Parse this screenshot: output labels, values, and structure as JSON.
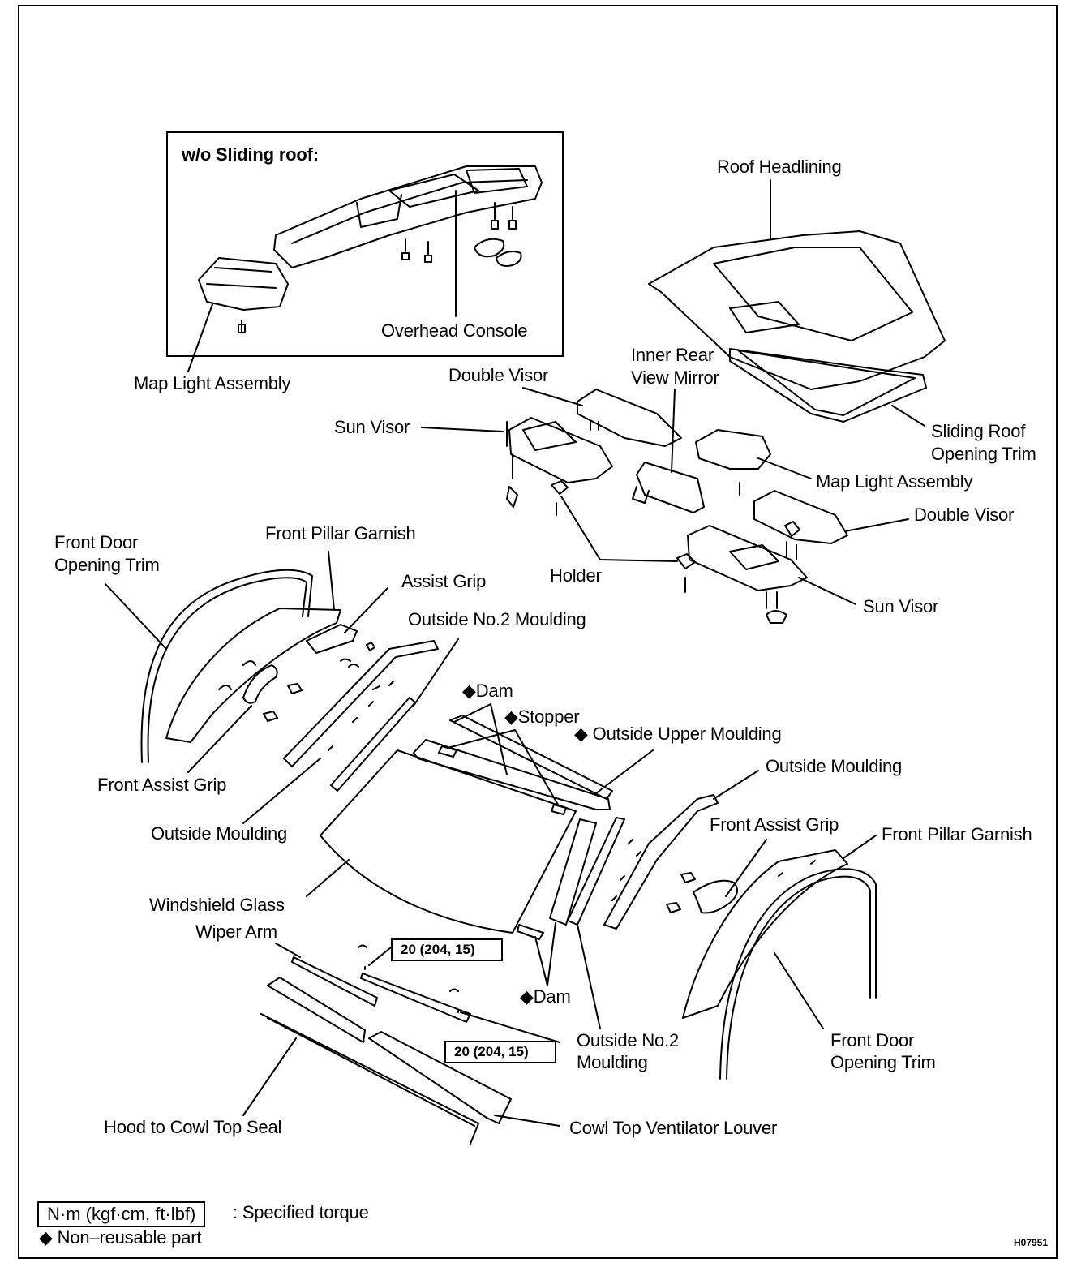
{
  "inset": {
    "title": "w/o Sliding roof:"
  },
  "labels": {
    "overhead_console": "Overhead Console",
    "map_light_assembly_inset": "Map Light Assembly",
    "roof_headlining": "Roof Headlining",
    "inner_rear_view_mirror_1": "Inner Rear",
    "inner_rear_view_mirror_2": "View Mirror",
    "double_visor_top": "Double Visor",
    "sliding_roof_trim_1": "Sliding Roof",
    "sliding_roof_trim_2": "Opening Trim",
    "sun_visor_left": "Sun Visor",
    "map_light_assembly_right": "Map Light Assembly",
    "double_visor_right": "Double Visor",
    "front_door_trim_left_1": "Front Door",
    "front_door_trim_left_2": "Opening Trim",
    "front_pillar_garnish_left": "Front Pillar Garnish",
    "assist_grip": "Assist Grip",
    "holder": "Holder",
    "sun_visor_right": "Sun Visor",
    "outside_no2_moulding_top": "Outside No.2 Moulding",
    "dam_top": "Dam",
    "stopper": "Stopper",
    "outside_upper_moulding": "Outside Upper Moulding",
    "outside_moulding_right": "Outside Moulding",
    "front_assist_grip_right": "Front Assist Grip",
    "front_pillar_garnish_right": "Front Pillar Garnish",
    "front_assist_grip_left": "Front Assist Grip",
    "outside_moulding_left": "Outside Moulding",
    "windshield_glass": "Windshield Glass",
    "wiper_arm": "Wiper Arm",
    "dam_bottom": "Dam",
    "outside_no2_moulding_bottom_1": "Outside No.2",
    "outside_no2_moulding_bottom_2": "Moulding",
    "front_door_trim_right_1": "Front Door",
    "front_door_trim_right_2": "Opening Trim",
    "hood_to_cowl_top_seal": "Hood to Cowl Top Seal",
    "cowl_top_ventilator_louver": "Cowl Top Ventilator Louver"
  },
  "torque": {
    "wiper_left": "20 (204, 15)",
    "wiper_right": "20 (204, 15)"
  },
  "legend": {
    "torque_unit": "N·m (kgf·cm, ft·lbf)",
    "torque_text": ": Specified torque",
    "nonreusable_symbol": "◆",
    "nonreusable_text": "Non–reusable part"
  },
  "diamond": "◆",
  "figure_code": "H07951"
}
